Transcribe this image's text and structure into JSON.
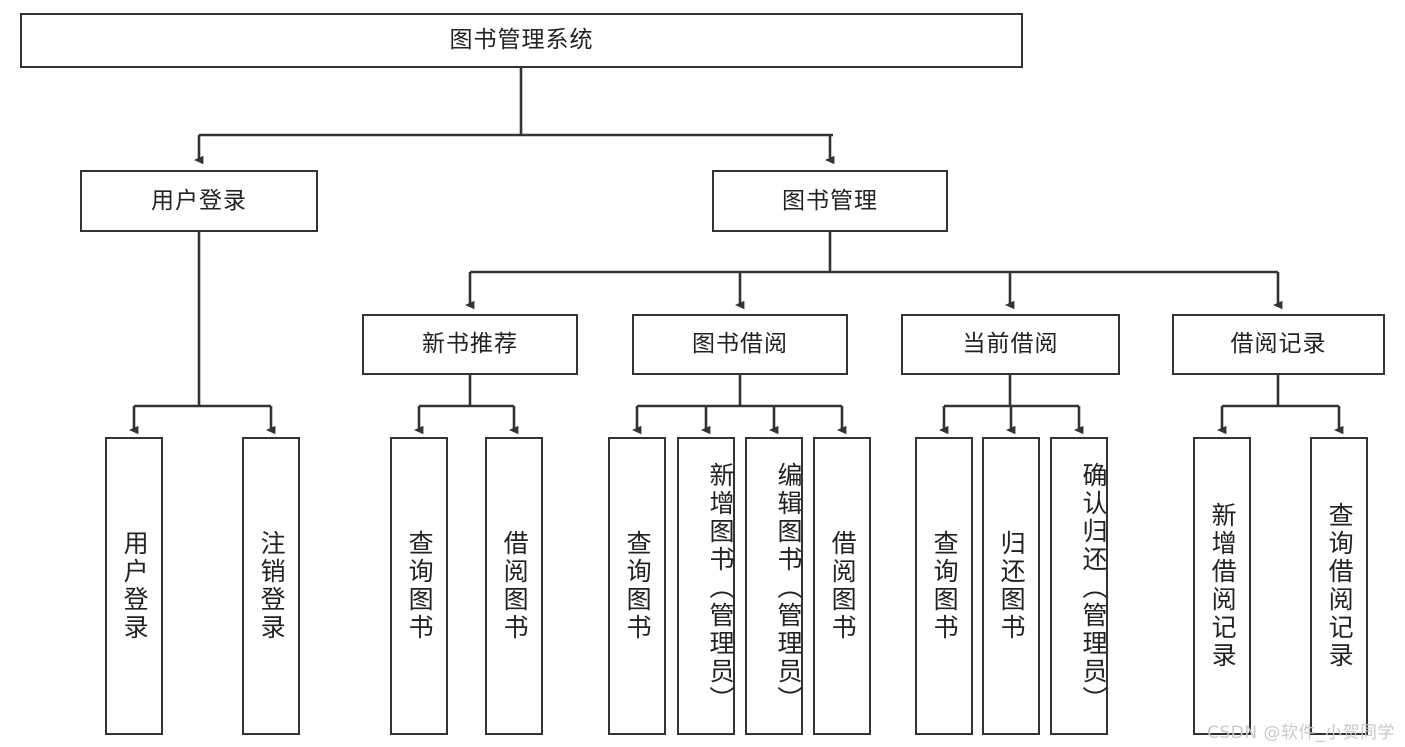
{
  "diagram": {
    "title": "图书管理系统",
    "type": "hierarchy-tree",
    "colors": {
      "box_border": "#333333",
      "box_fill": "#ffffff",
      "connector": "#333333",
      "text": "#222222",
      "watermark": "#c9c9c9",
      "background": "#ffffff"
    },
    "watermark": "CSDN @软件_小贺同学",
    "levels": {
      "root": {
        "label": "图书管理系统"
      },
      "level2": [
        {
          "id": "user-login",
          "label": "用户登录"
        },
        {
          "id": "book-manage",
          "label": "图书管理"
        }
      ],
      "level3": [
        {
          "id": "new-book-recommend",
          "label": "新书推荐",
          "parent": "book-manage"
        },
        {
          "id": "book-borrow",
          "label": "图书借阅",
          "parent": "book-manage"
        },
        {
          "id": "current-borrow",
          "label": "当前借阅",
          "parent": "book-manage"
        },
        {
          "id": "borrow-record",
          "label": "借阅记录",
          "parent": "book-manage"
        }
      ],
      "leaves": [
        {
          "id": "leaf-user-login",
          "label": "用户登录",
          "parent": "user-login"
        },
        {
          "id": "leaf-logout-login",
          "label": "注销登录",
          "parent": "user-login"
        },
        {
          "id": "leaf-query-book-1",
          "label": "查询图书",
          "parent": "new-book-recommend"
        },
        {
          "id": "leaf-borrow-book-1",
          "label": "借阅图书",
          "parent": "new-book-recommend"
        },
        {
          "id": "leaf-query-book-2",
          "label": "查询图书",
          "parent": "book-borrow"
        },
        {
          "id": "leaf-add-book",
          "label": "新增图书（管理员）",
          "parent": "book-borrow"
        },
        {
          "id": "leaf-edit-book",
          "label": "编辑图书（管理员）",
          "parent": "book-borrow"
        },
        {
          "id": "leaf-borrow-book-2",
          "label": "借阅图书",
          "parent": "book-borrow"
        },
        {
          "id": "leaf-query-book-3",
          "label": "查询图书",
          "parent": "current-borrow"
        },
        {
          "id": "leaf-return-book",
          "label": "归还图书",
          "parent": "current-borrow"
        },
        {
          "id": "leaf-confirm-return",
          "label": "确认归还（管理员）",
          "parent": "current-borrow"
        },
        {
          "id": "leaf-add-record",
          "label": "新增借阅记录",
          "parent": "borrow-record"
        },
        {
          "id": "leaf-query-record",
          "label": "查询借阅记录",
          "parent": "borrow-record"
        }
      ]
    }
  }
}
